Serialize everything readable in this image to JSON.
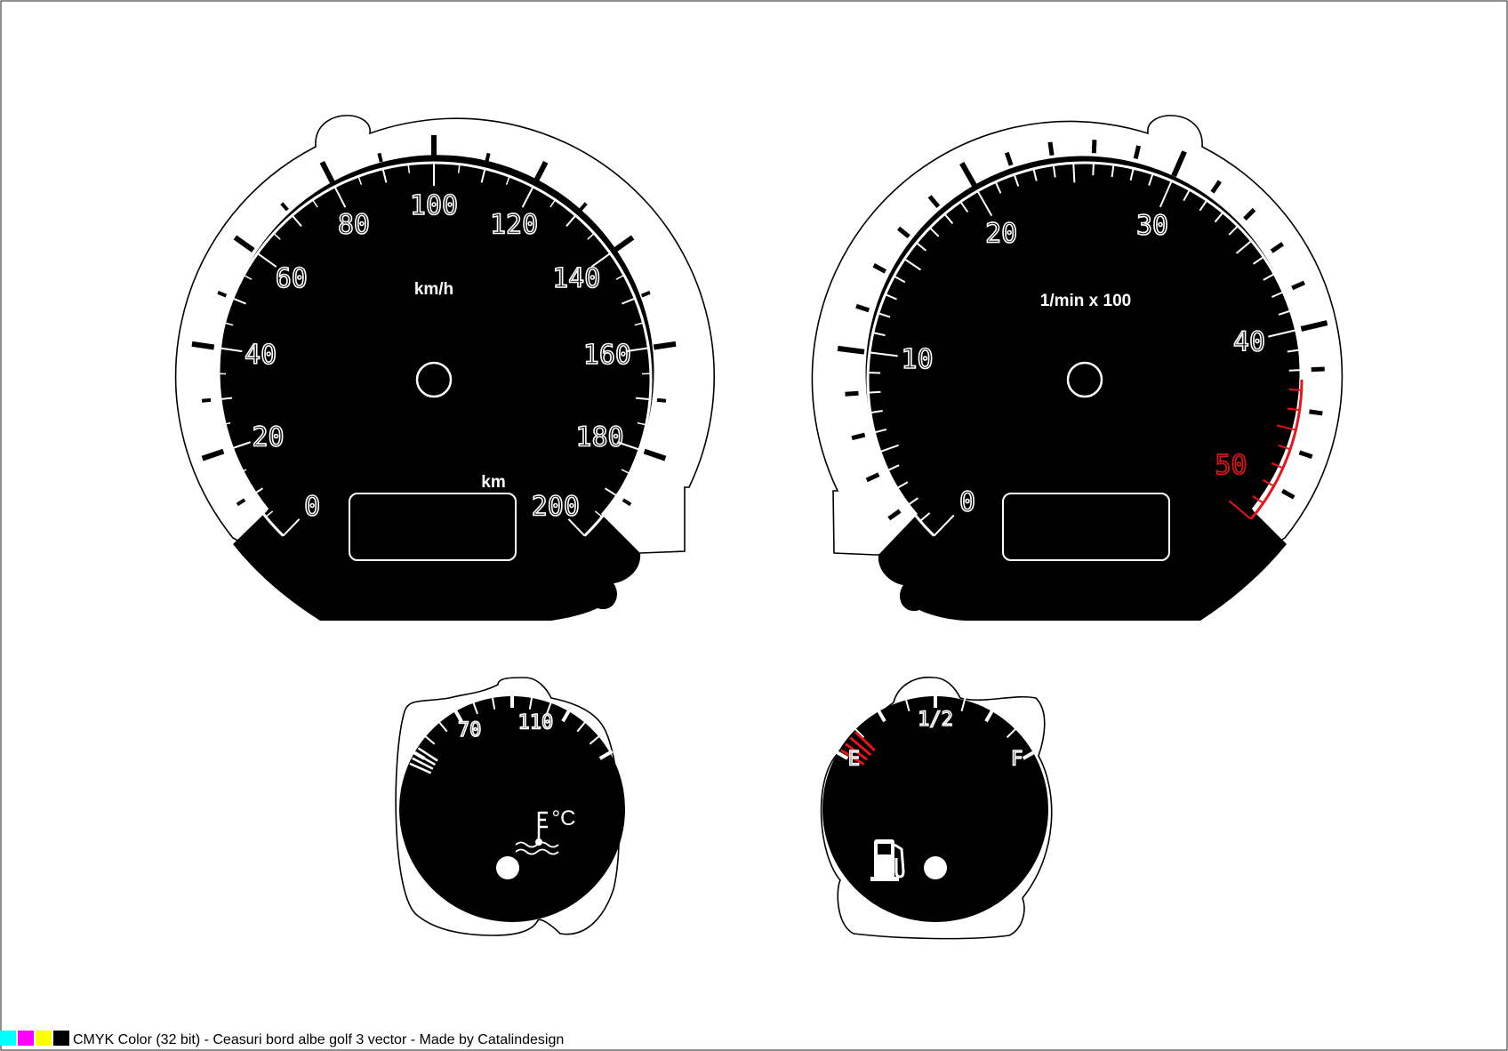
{
  "speedometer": {
    "unit_label": "km/h",
    "odometer_label": "km",
    "scale_labels": [
      "0",
      "20",
      "40",
      "60",
      "80",
      "100",
      "120",
      "140",
      "160",
      "180",
      "200"
    ]
  },
  "tachometer": {
    "unit_label": "1/min x 100",
    "scale_labels": [
      "0",
      "10",
      "20",
      "30",
      "40",
      "50"
    ],
    "redline_color": "#e8141b"
  },
  "temperature_gauge": {
    "scale_labels": [
      "70",
      "110"
    ],
    "unit_symbol": "°C",
    "icon": "coolant-temperature-icon"
  },
  "fuel_gauge": {
    "scale_labels": [
      "E",
      "1/2",
      "F"
    ],
    "warning_color": "#e8141b",
    "icon": "fuel-pump-icon"
  },
  "footer": {
    "swatches": [
      "#00ffff",
      "#ff00ff",
      "#ffff00",
      "#000000"
    ],
    "caption": "CMYK Color (32 bit) - Ceasuri bord albe golf 3 vector - Made by Catalindesign"
  }
}
